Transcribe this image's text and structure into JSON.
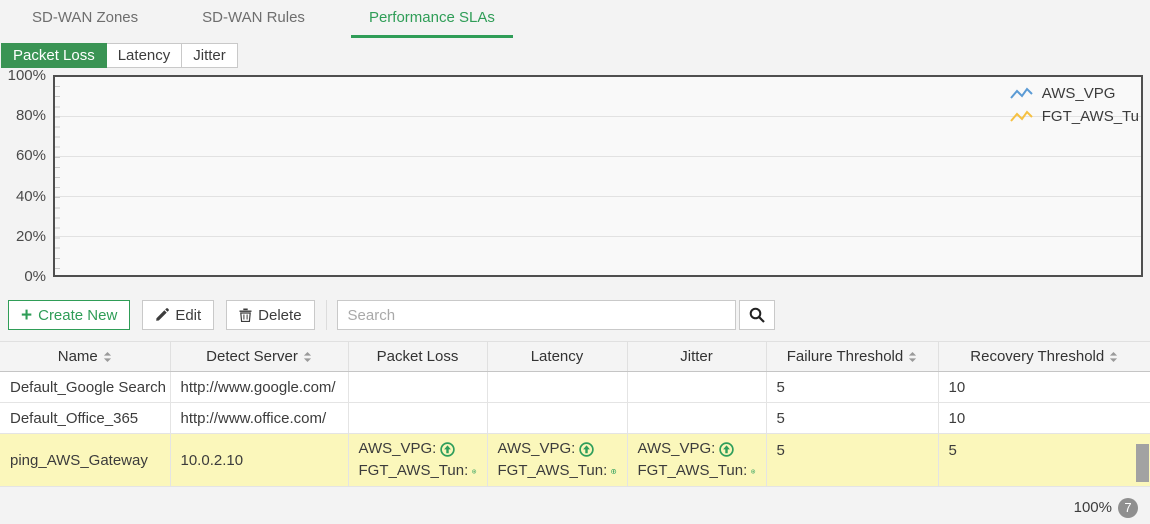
{
  "tabs": {
    "items": [
      {
        "label": "SD-WAN Zones"
      },
      {
        "label": "SD-WAN Rules"
      },
      {
        "label": "Performance SLAs"
      }
    ],
    "active": "Performance SLAs"
  },
  "subtabs": {
    "items": [
      {
        "label": "Packet Loss"
      },
      {
        "label": "Latency"
      },
      {
        "label": "Jitter"
      }
    ],
    "active": "Packet Loss"
  },
  "chart_data": {
    "type": "line",
    "metric": "Packet Loss",
    "ylim": [
      0,
      100
    ],
    "ytick_labels": [
      "100%",
      "80%",
      "60%",
      "40%",
      "20%",
      "0%"
    ],
    "grid": true,
    "legend_position": "top-right",
    "series": [
      {
        "name": "AWS_VPG",
        "color": "#5b9bd5",
        "values": []
      },
      {
        "name": "FGT_AWS_Tu",
        "color": "#f6c143",
        "values": []
      }
    ]
  },
  "toolbar": {
    "create_label": "Create New",
    "edit_label": "Edit",
    "delete_label": "Delete",
    "search_placeholder": "Search"
  },
  "table": {
    "columns": [
      {
        "label": "Name",
        "sortable": true
      },
      {
        "label": "Detect Server",
        "sortable": true
      },
      {
        "label": "Packet Loss",
        "sortable": false
      },
      {
        "label": "Latency",
        "sortable": false
      },
      {
        "label": "Jitter",
        "sortable": false
      },
      {
        "label": "Failure Threshold",
        "sortable": true
      },
      {
        "label": "Recovery Threshold",
        "sortable": true
      }
    ],
    "rows": [
      {
        "name": "Default_Google Search",
        "detect_server": "http://www.google.com/",
        "packet_loss": "",
        "latency": "",
        "jitter": "",
        "failure_threshold": "5",
        "recovery_threshold": "10"
      },
      {
        "name": "Default_Office_365",
        "detect_server": "http://www.office.com/",
        "packet_loss": "",
        "latency": "",
        "jitter": "",
        "failure_threshold": "5",
        "recovery_threshold": "10"
      },
      {
        "name": "ping_AWS_Gateway",
        "detect_server": "10.0.2.10",
        "members": [
          "AWS_VPG:",
          "FGT_AWS_Tun:"
        ],
        "failure_threshold": "5",
        "recovery_threshold": "5",
        "highlighted": true
      }
    ]
  },
  "statusbar": {
    "zoom_level": "100%",
    "record_count": "7"
  },
  "colors": {
    "accent_green": "#2f9d57",
    "subtab_active_bg": "#3a9454",
    "row_highlight": "#fbf7bb",
    "legend_blue": "#5b9bd5",
    "legend_yellow": "#f6c143",
    "status_up_green": "#2e9e5b"
  }
}
